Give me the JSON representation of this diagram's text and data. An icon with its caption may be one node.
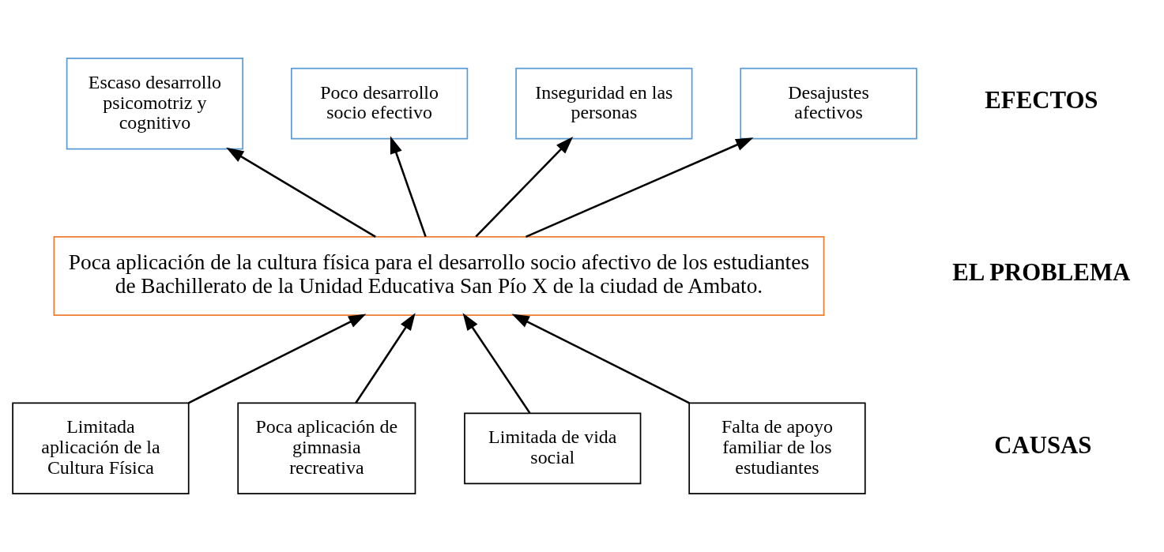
{
  "diagram": {
    "nodes": [
      {
        "text": [
          "Escaso desarrollo psicomotriz y cognitivo"
        ]
      },
      {
        "text": [
          "Poco desarrollo socio efectivo"
        ]
      },
      {
        "text": [
          "Inseguridad en las personas"
        ]
      },
      {
        "text": [
          "Desajustes afectivos"
        ]
      },
      {
        "text": [
          "Poca aplicación de la cultura física para el desarrollo socio afectivo de los estudiantes de Bachillerato de la Unidad Educativa San Pío X de la ciudad de Ambato."
        ]
      },
      {
        "text": [
          "Limitada aplicación de la Cultura Física"
        ]
      },
      {
        "text": [
          "Poca aplicación de gimnasia recreativa"
        ]
      },
      {
        "text": [
          "Limitada de vida social"
        ]
      },
      {
        "text": [
          "Falta de apoyo familiar de los estudiantes"
        ]
      }
    ],
    "edges": [
      {
        "from": 4,
        "to": 0,
        "arrow": "to"
      },
      {
        "from": 4,
        "to": 1,
        "arrow": "to"
      },
      {
        "from": 4,
        "to": 2,
        "arrow": "to"
      },
      {
        "from": 4,
        "to": 3,
        "arrow": "to"
      },
      {
        "from": 5,
        "to": 4,
        "arrow": "to"
      },
      {
        "from": 6,
        "to": 4,
        "arrow": "to"
      },
      {
        "from": 7,
        "to": 4,
        "arrow": "to"
      },
      {
        "from": 8,
        "to": 4,
        "arrow": "to"
      }
    ],
    "labels": [
      "EFECTOS",
      "EL PROBLEMA",
      "CAUSAS"
    ]
  }
}
